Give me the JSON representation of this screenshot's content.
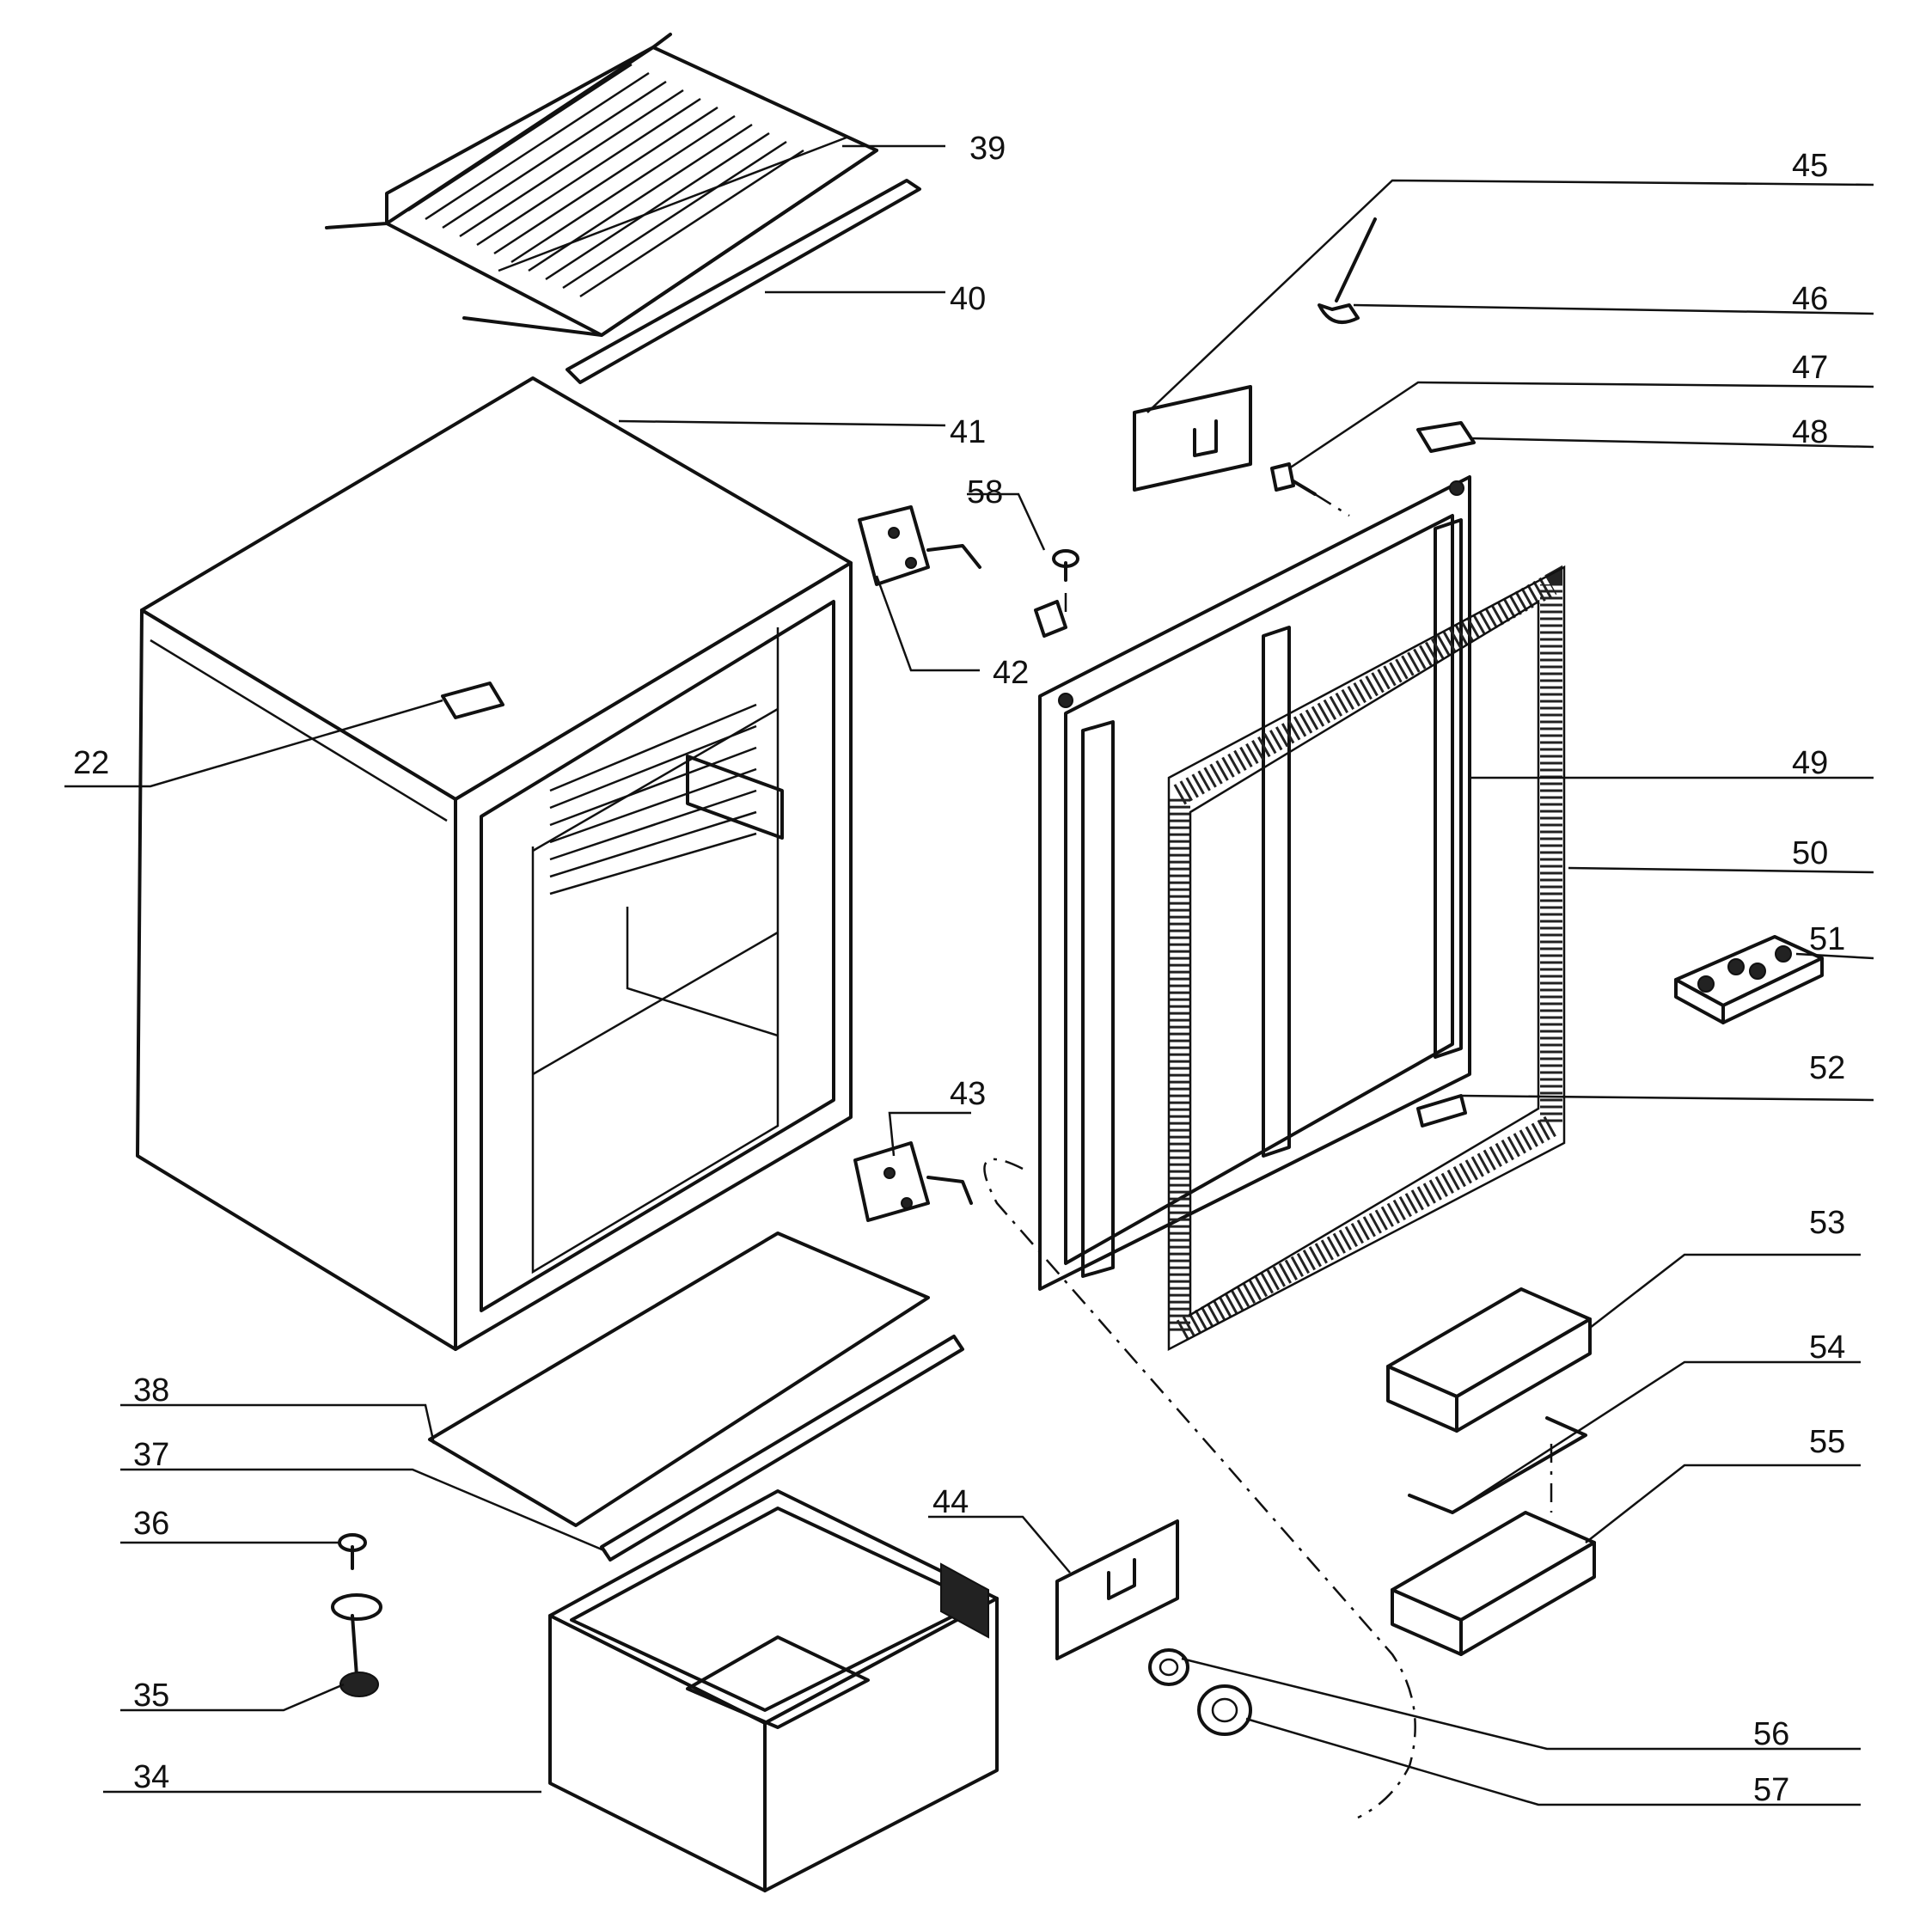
{
  "callouts": {
    "n22": "22",
    "n34": "34",
    "n35": "35",
    "n36": "36",
    "n37": "37",
    "n38": "38",
    "n39": "39",
    "n40": "40",
    "n41": "41",
    "n42": "42",
    "n43": "43",
    "n44": "44",
    "n45": "45",
    "n46": "46",
    "n47": "47",
    "n48": "48",
    "n49": "49",
    "n50": "50",
    "n51": "51",
    "n52": "52",
    "n53": "53",
    "n54": "54",
    "n55": "55",
    "n56": "56",
    "n57": "57",
    "n58": "58"
  },
  "colors": {
    "line": "#111111",
    "background": "#ffffff"
  }
}
